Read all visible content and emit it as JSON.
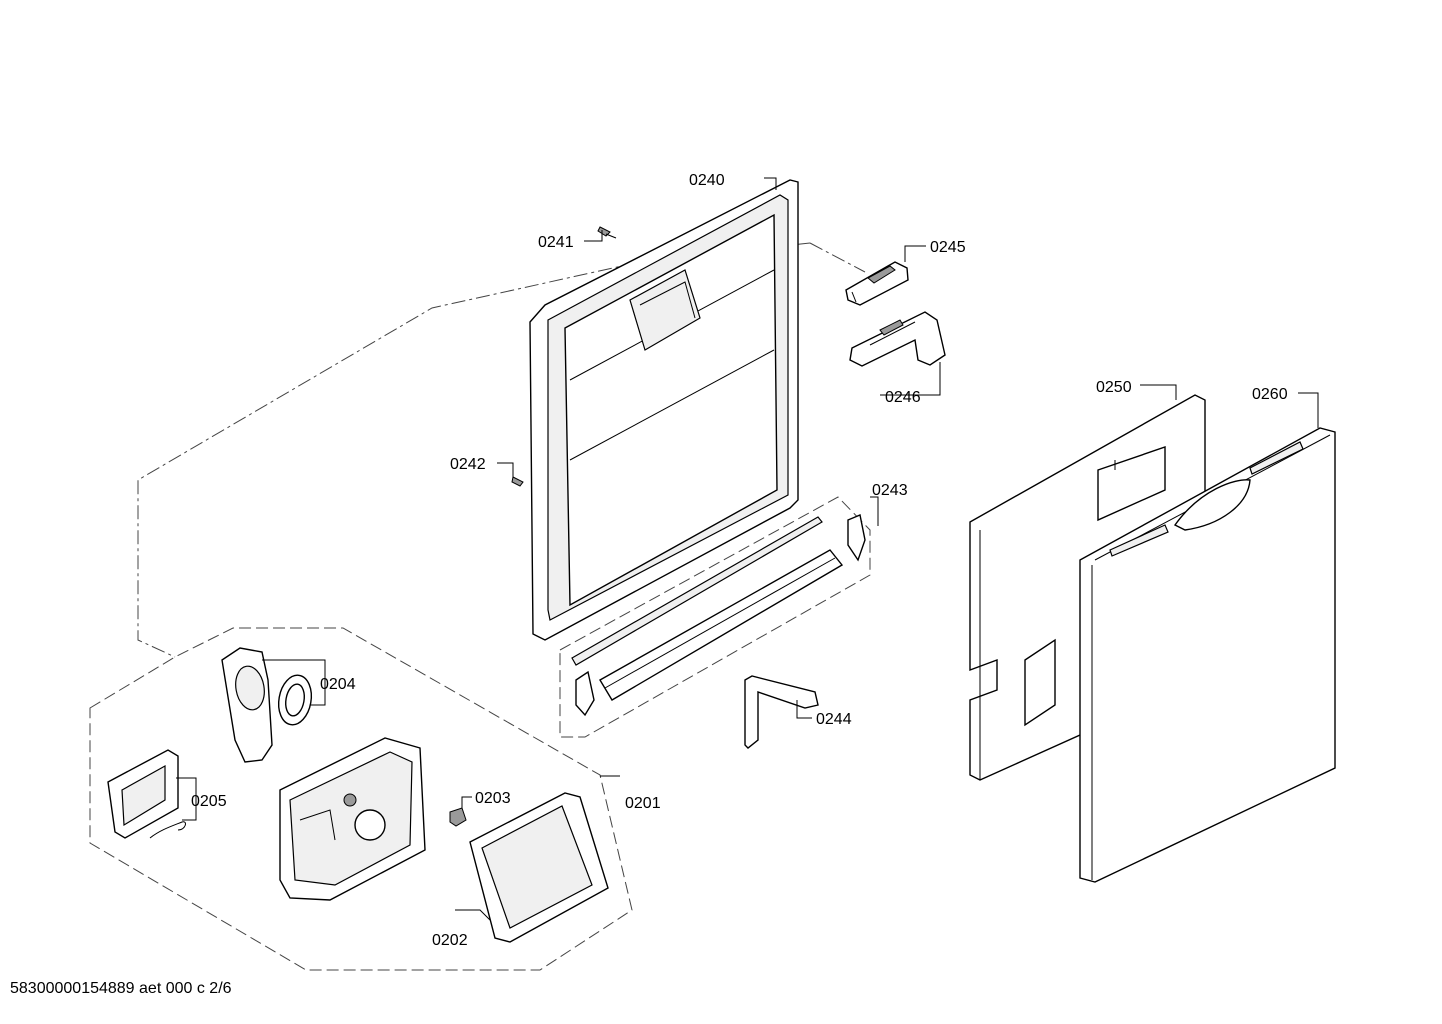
{
  "labels": {
    "p0240": "0240",
    "p0241": "0241",
    "p0242": "0242",
    "p0243": "0243",
    "p0244": "0244",
    "p0245": "0245",
    "p0246": "0246",
    "p0250": "0250",
    "p0260": "0260",
    "p0201": "0201",
    "p0202": "0202",
    "p0203": "0203",
    "p0204": "0204",
    "p0205": "0205"
  },
  "footer": "58300000154889 aet 000 c 2/6"
}
